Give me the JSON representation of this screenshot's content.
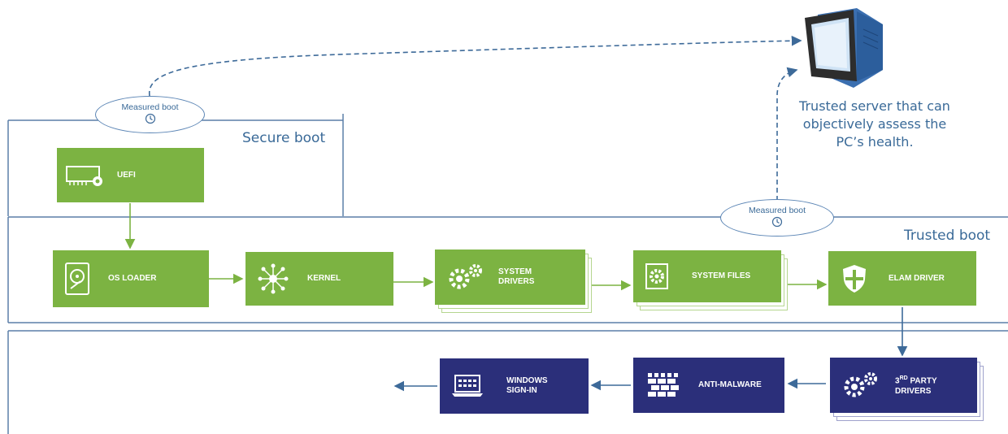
{
  "regions": {
    "secure_boot": "Secure boot",
    "trusted_boot": "Trusted boot"
  },
  "measured_boot": {
    "top": "Measured boot",
    "right": "Measured boot"
  },
  "server": {
    "lines": [
      "Trusted server that can",
      "objectively assess the",
      "PC’s health."
    ]
  },
  "stages": {
    "uefi": "UEFI",
    "os_loader": "OS LOADER",
    "kernel": "KERNEL",
    "system_drivers": [
      "SYSTEM",
      "DRIVERS"
    ],
    "system_files": "SYSTEM FILES",
    "elam_driver": "ELAM DRIVER",
    "third_party_drivers": {
      "prefix": "3",
      "sup": "rd",
      "rest": " PARTY",
      "line2": "DRIVERS"
    },
    "anti_malware": "ANTI-MALWARE",
    "windows_signin": [
      "WINDOWS",
      "SIGN-IN"
    ]
  },
  "colors": {
    "green": "#7cb342",
    "navy": "#2b2f7a",
    "line_blue": "#3d6a99",
    "green_arrow": "#7cb342"
  }
}
